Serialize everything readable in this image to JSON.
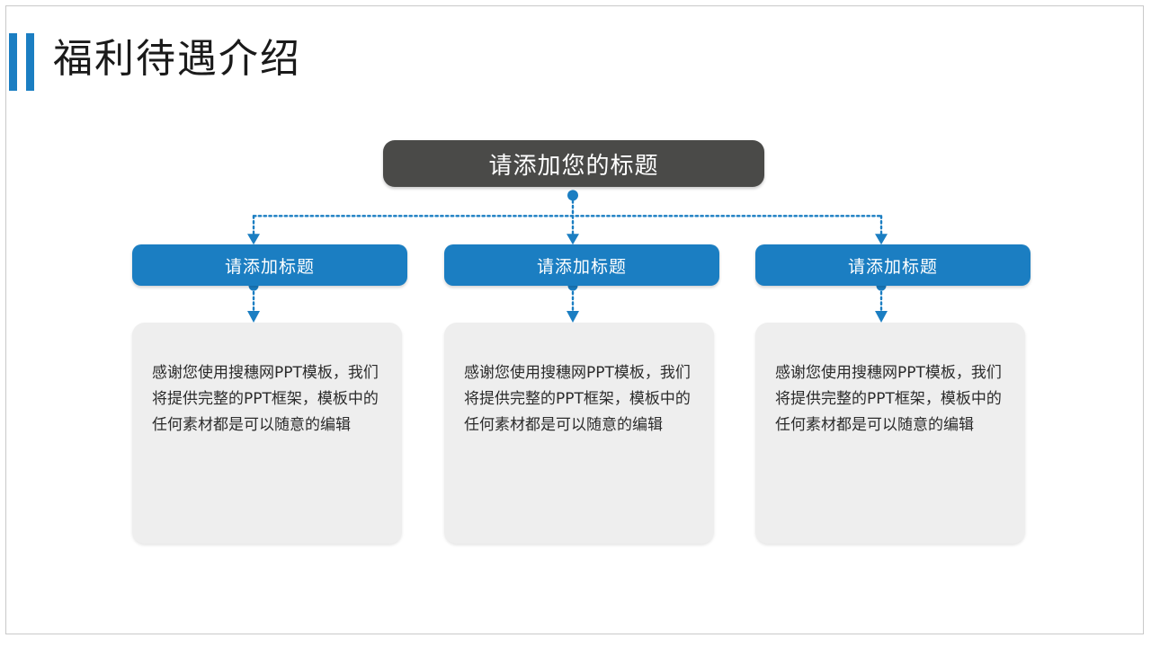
{
  "slide": {
    "title": "福利待遇介绍",
    "accent_color": "#1b7ec2",
    "root_color": "#4a4a48",
    "body_color": "#eeeeee",
    "text_color": "#2b2b2b",
    "background": "#ffffff"
  },
  "diagram": {
    "type": "hierarchy",
    "root": {
      "label": "请添加您的标题"
    },
    "branches": [
      {
        "head": "请添加标题",
        "body": "感谢您使用搜穗网PPT模板，我们将提供完整的PPT框架，模板中的任何素材都是可以随意的编辑"
      },
      {
        "head": "请添加标题",
        "body": "感谢您使用搜穗网PPT模板，我们将提供完整的PPT框架，模板中的任何素材都是可以随意的编辑"
      },
      {
        "head": "请添加标题",
        "body": "感谢您使用搜穗网PPT模板，我们将提供完整的PPT框架，模板中的任何素材都是可以随意的编辑"
      }
    ]
  }
}
